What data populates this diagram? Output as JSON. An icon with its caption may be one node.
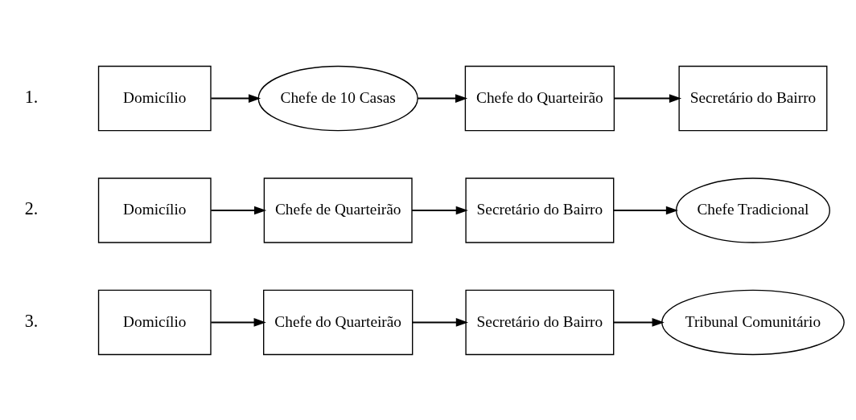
{
  "diagram": {
    "nodes": [
      {
        "text": [
          "Domicílio"
        ]
      },
      {
        "text": [
          "Chefe de 10 Casas"
        ]
      },
      {
        "text": [
          "Chefe do Quarteirão"
        ]
      },
      {
        "text": [
          "Secretário do Bairro"
        ]
      },
      {
        "text": [
          "Domicílio"
        ]
      },
      {
        "text": [
          "Chefe de Quarteirão"
        ]
      },
      {
        "text": [
          "Secretário do Bairro"
        ]
      },
      {
        "text": [
          "Chefe Tradicional"
        ]
      },
      {
        "text": [
          "Domicílio"
        ]
      },
      {
        "text": [
          "Chefe do Quarteirão"
        ]
      },
      {
        "text": [
          "Secretário do Bairro"
        ]
      },
      {
        "text": [
          "Tribunal Comunitário"
        ]
      }
    ],
    "edges": [
      {
        "from": 0,
        "to": 1,
        "arrow": "to"
      },
      {
        "from": 1,
        "to": 2,
        "arrow": "to"
      },
      {
        "from": 2,
        "to": 3,
        "arrow": "to"
      },
      {
        "from": 4,
        "to": 5,
        "arrow": "to"
      },
      {
        "from": 5,
        "to": 6,
        "arrow": "to"
      },
      {
        "from": 6,
        "to": 7,
        "arrow": "to"
      },
      {
        "from": 8,
        "to": 9,
        "arrow": "to"
      },
      {
        "from": 9,
        "to": 10,
        "arrow": "to"
      },
      {
        "from": 10,
        "to": 11,
        "arrow": "to"
      }
    ],
    "labels": [
      "1.",
      "2.",
      "3."
    ]
  }
}
